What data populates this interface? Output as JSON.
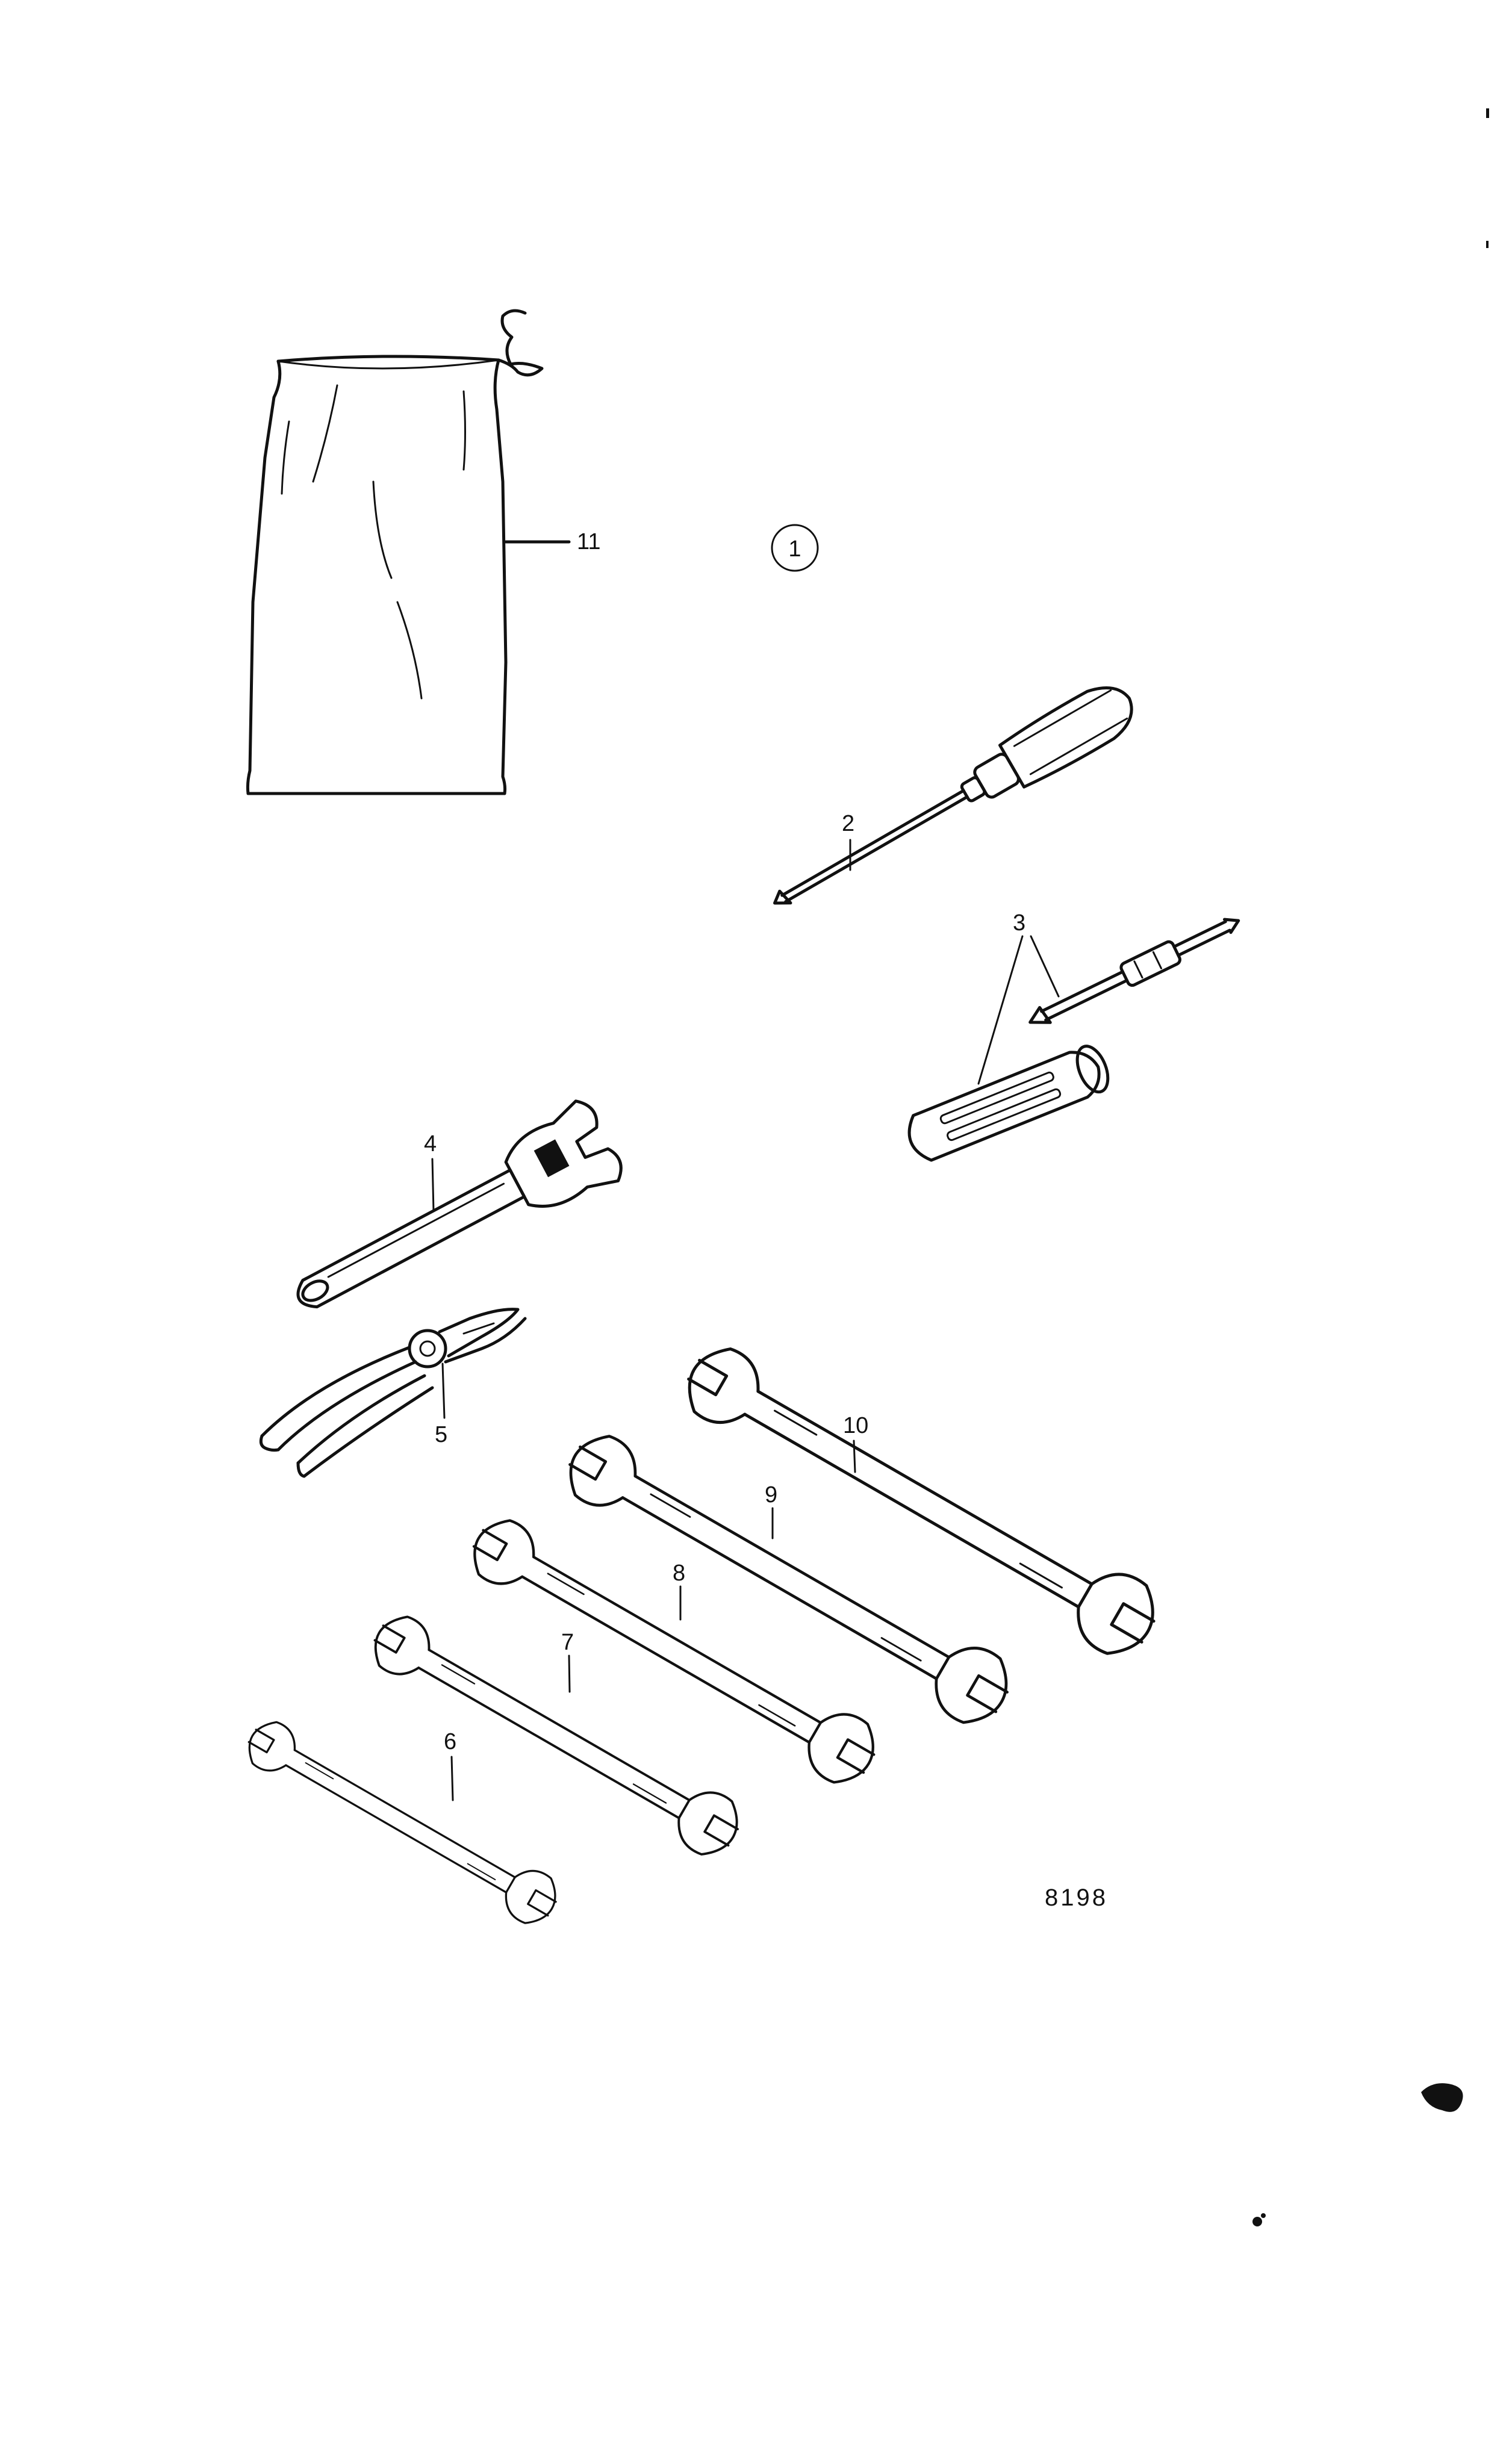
{
  "diagram": {
    "view_marker": "1",
    "figure_number": "8198",
    "callouts": {
      "screwdriver": "2",
      "reversible_screwdriver": "3",
      "adjustable_wrench": "4",
      "pliers": "5",
      "open_end_wrench_smallest": "6",
      "open_end_wrench_small": "7",
      "open_end_wrench_medium": "8",
      "open_end_wrench_large": "9",
      "open_end_wrench_largest": "10",
      "tool_bag": "11"
    },
    "line_color": "#111111",
    "background_color": "#ffffff"
  }
}
